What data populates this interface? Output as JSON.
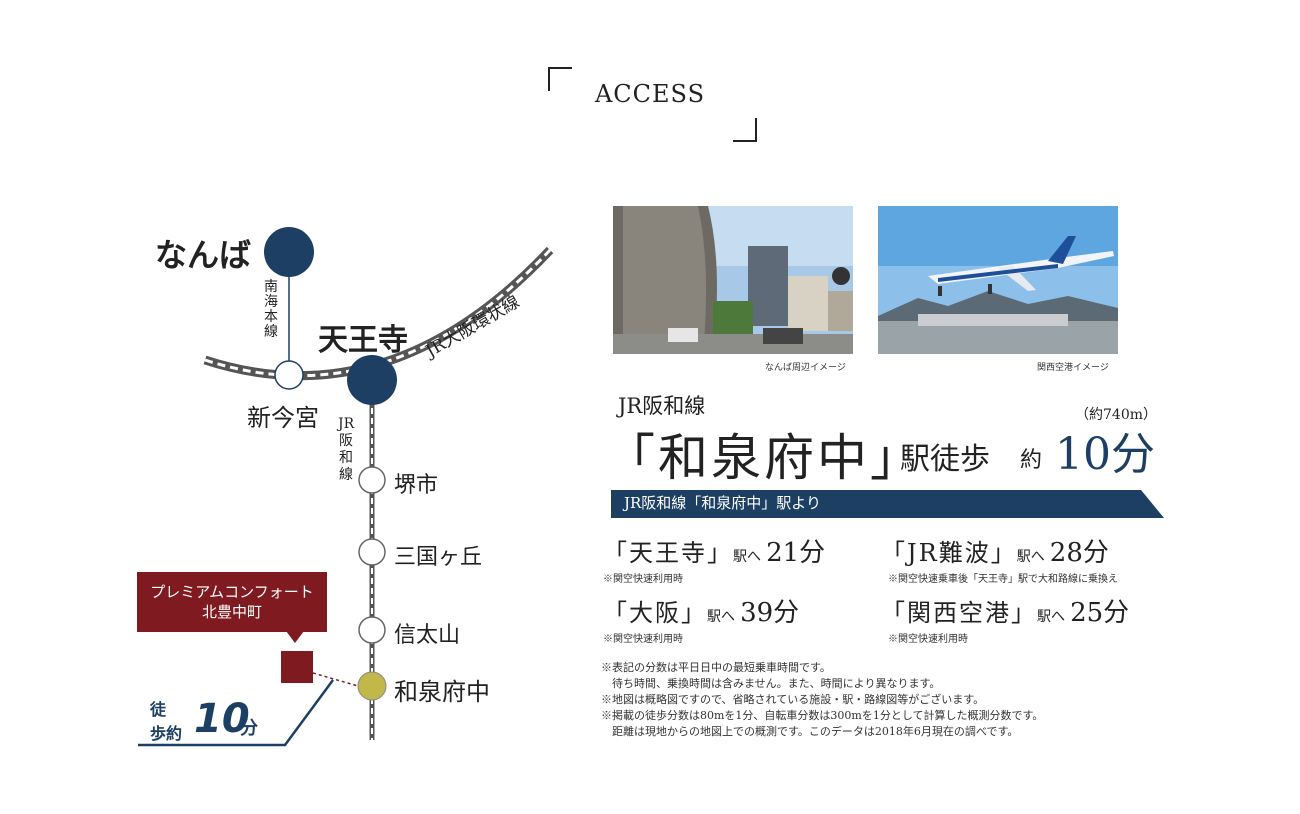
{
  "title": "ACCESS",
  "map": {
    "namba": "なんば",
    "nankai_line": "南海本線",
    "tennoji": "天王寺",
    "jr_loop": "JR大阪環状線",
    "shin_imamiya": "新今宮",
    "jr_hanwa": "JR阪和線",
    "sakaishi": "堺市",
    "mikunigaoka": "三国ヶ丘",
    "shinodayama": "信太山",
    "izumifuchu": "和泉府中",
    "property_line1": "プレミアムコンフォート",
    "property_line2": "北豊中町",
    "walk_label1": "徒",
    "walk_label2": "歩約",
    "walk_num": "10",
    "walk_unit": "分"
  },
  "photos": {
    "caption1": "なんば周辺イメージ",
    "caption2": "関西空港イメージ"
  },
  "access": {
    "line": "JR阪和線",
    "station": "「和泉府中」",
    "eki_walk": "駅徒歩",
    "yaku": "約",
    "minutes": "10分",
    "distance": "（約740m）",
    "banner": "JR阪和線「和泉府中」駅より"
  },
  "routes": [
    {
      "station": "「天王寺」",
      "eki": "駅へ",
      "time": "21分",
      "note": "※関空快速利用時"
    },
    {
      "station": "「JR難波」",
      "eki": "駅へ",
      "time": "28分",
      "note": "※関空快速乗車後「天王寺」駅で大和路線に乗換え"
    },
    {
      "station": "「大阪」",
      "eki": "駅へ",
      "time": "39分",
      "note": "※関空快速利用時"
    },
    {
      "station": "「関西空港」",
      "eki": "駅へ",
      "time": "25分",
      "note": "※関空快速利用時"
    }
  ],
  "footnotes": [
    "※表記の分数は平日日中の最短乗車時間です。",
    "　待ち時間、乗換時間は含みません。また、時間により異なります。",
    "※地図は概略図ですので、省略されている施設・駅・路線図等がございます。",
    "※掲載の徒歩分数は80mを1分、自転車分数は300mを1分として計算した概測分数です。",
    "　距離は現地からの地図上での概測です。このデータは2018年6月現在の調べです。"
  ],
  "colors": {
    "navy": "#1d3f63",
    "maroon": "#7f1a20",
    "olive": "#c2b84a"
  }
}
